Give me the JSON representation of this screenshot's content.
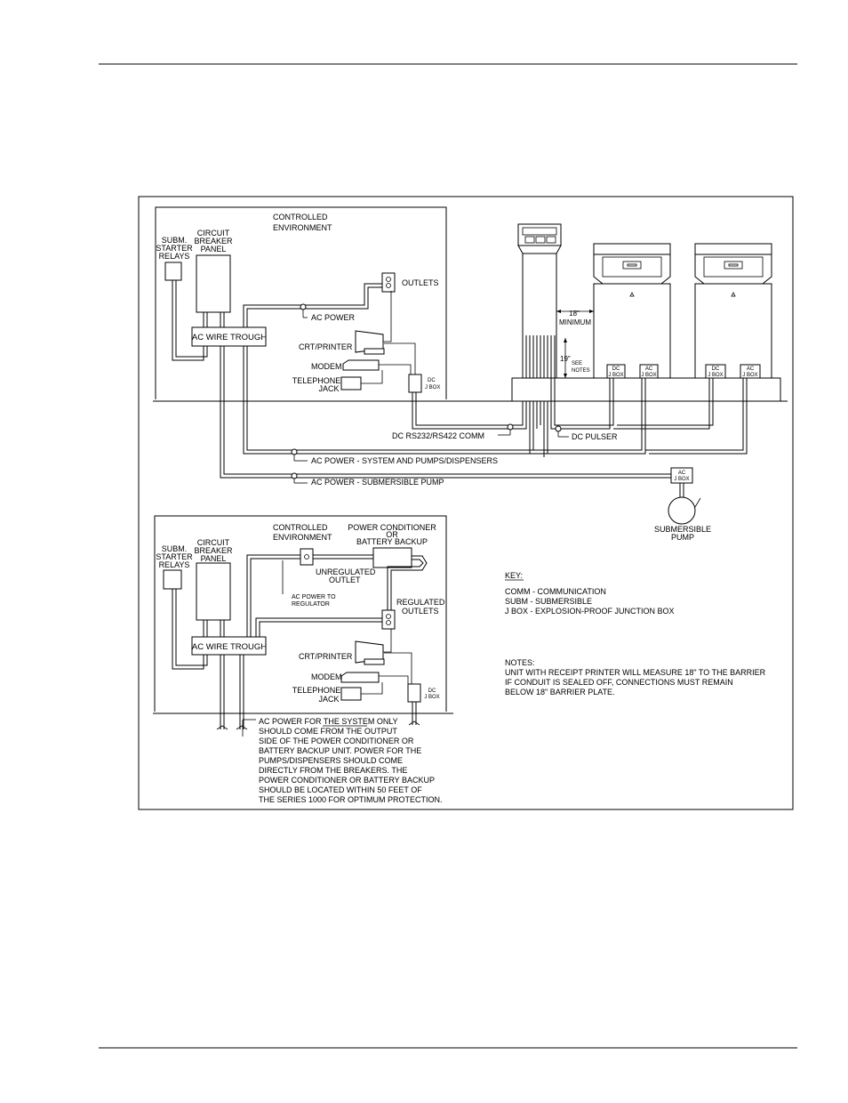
{
  "top": {
    "env_title": [
      "CONTROLLED",
      "ENVIRONMENT"
    ],
    "subm_relays": [
      "SUBM.",
      "STARTER",
      "RELAYS"
    ],
    "breaker": [
      "CIRCUIT",
      "BREAKER",
      "PANEL"
    ],
    "trough": "AC WIRE TROUGH",
    "outlets": "OUTLETS",
    "ac_power": "AC POWER",
    "crt": "CRT/PRINTER",
    "modem": "MODEM",
    "telephone": [
      "TELEPHONE",
      "JACK"
    ],
    "dcjbox": [
      "DC",
      "J BOX"
    ],
    "min18": [
      "18\"",
      "MINIMUM"
    ],
    "in19": "19\"",
    "see_notes": [
      "SEE",
      "NOTES"
    ],
    "jbox_dc": [
      "DC",
      "J BOX"
    ],
    "jbox_ac": [
      "AC",
      "J BOX"
    ],
    "comm": "DC RS232/RS422 COMM",
    "pulser": "DC PULSER",
    "ac_system": "AC POWER - SYSTEM AND PUMPS/DISPENSERS",
    "ac_subm": "AC POWER - SUBMERSIBLE PUMP",
    "acjbox": [
      "AC",
      "J BOX"
    ],
    "subm_pump": [
      "SUBMERSIBLE",
      "PUMP"
    ]
  },
  "bottom": {
    "env_title": [
      "CONTROLLED",
      "ENVIRONMENT"
    ],
    "power_cond": [
      "POWER CONDITIONER",
      "OR",
      "BATTERY BACKUP"
    ],
    "subm_relays": [
      "SUBM.",
      "STARTER",
      "RELAYS"
    ],
    "breaker": [
      "CIRCUIT",
      "BREAKER",
      "PANEL"
    ],
    "unreg": [
      "UNREGULATED",
      "OUTLET"
    ],
    "ac_to_reg": [
      "AC POWER TO",
      "REGULATOR"
    ],
    "reg": [
      "REGULATED",
      "OUTLETS"
    ],
    "trough": "AC WIRE TROUGH",
    "crt": "CRT/PRINTER",
    "modem": "MODEM",
    "telephone": [
      "TELEPHONE",
      "JACK"
    ],
    "dcjbox": [
      "DC",
      "J BOX"
    ],
    "note": [
      "AC POWER FOR THE SYSTEM ONLY",
      "SHOULD COME FROM THE OUTPUT",
      "SIDE OF THE POWER CONDITIONER OR",
      "BATTERY BACKUP UNIT.  POWER FOR THE",
      "PUMPS/DISPENSERS SHOULD COME",
      "DIRECTLY FROM THE BREAKERS. THE",
      "POWER CONDITIONER OR BATTERY BACKUP",
      "SHOULD BE LOCATED WITHIN 50 FEET OF",
      "THE SERIES 1000 FOR OPTIMUM PROTECTION."
    ]
  },
  "key": {
    "title": "KEY:",
    "lines": [
      "COMM  -  COMMUNICATION",
      "SUBM  -  SUBMERSIBLE",
      "J BOX  -  EXPLOSION-PROOF JUNCTION BOX"
    ]
  },
  "notes": {
    "title": "NOTES:",
    "lines": [
      "UNIT WITH RECEIPT PRINTER WILL MEASURE 18\" TO THE BARRIER",
      "IF CONDUIT IS SEALED OFF, CONNECTIONS MUST REMAIN",
      "BELOW 18\" BARRIER PLATE."
    ]
  }
}
